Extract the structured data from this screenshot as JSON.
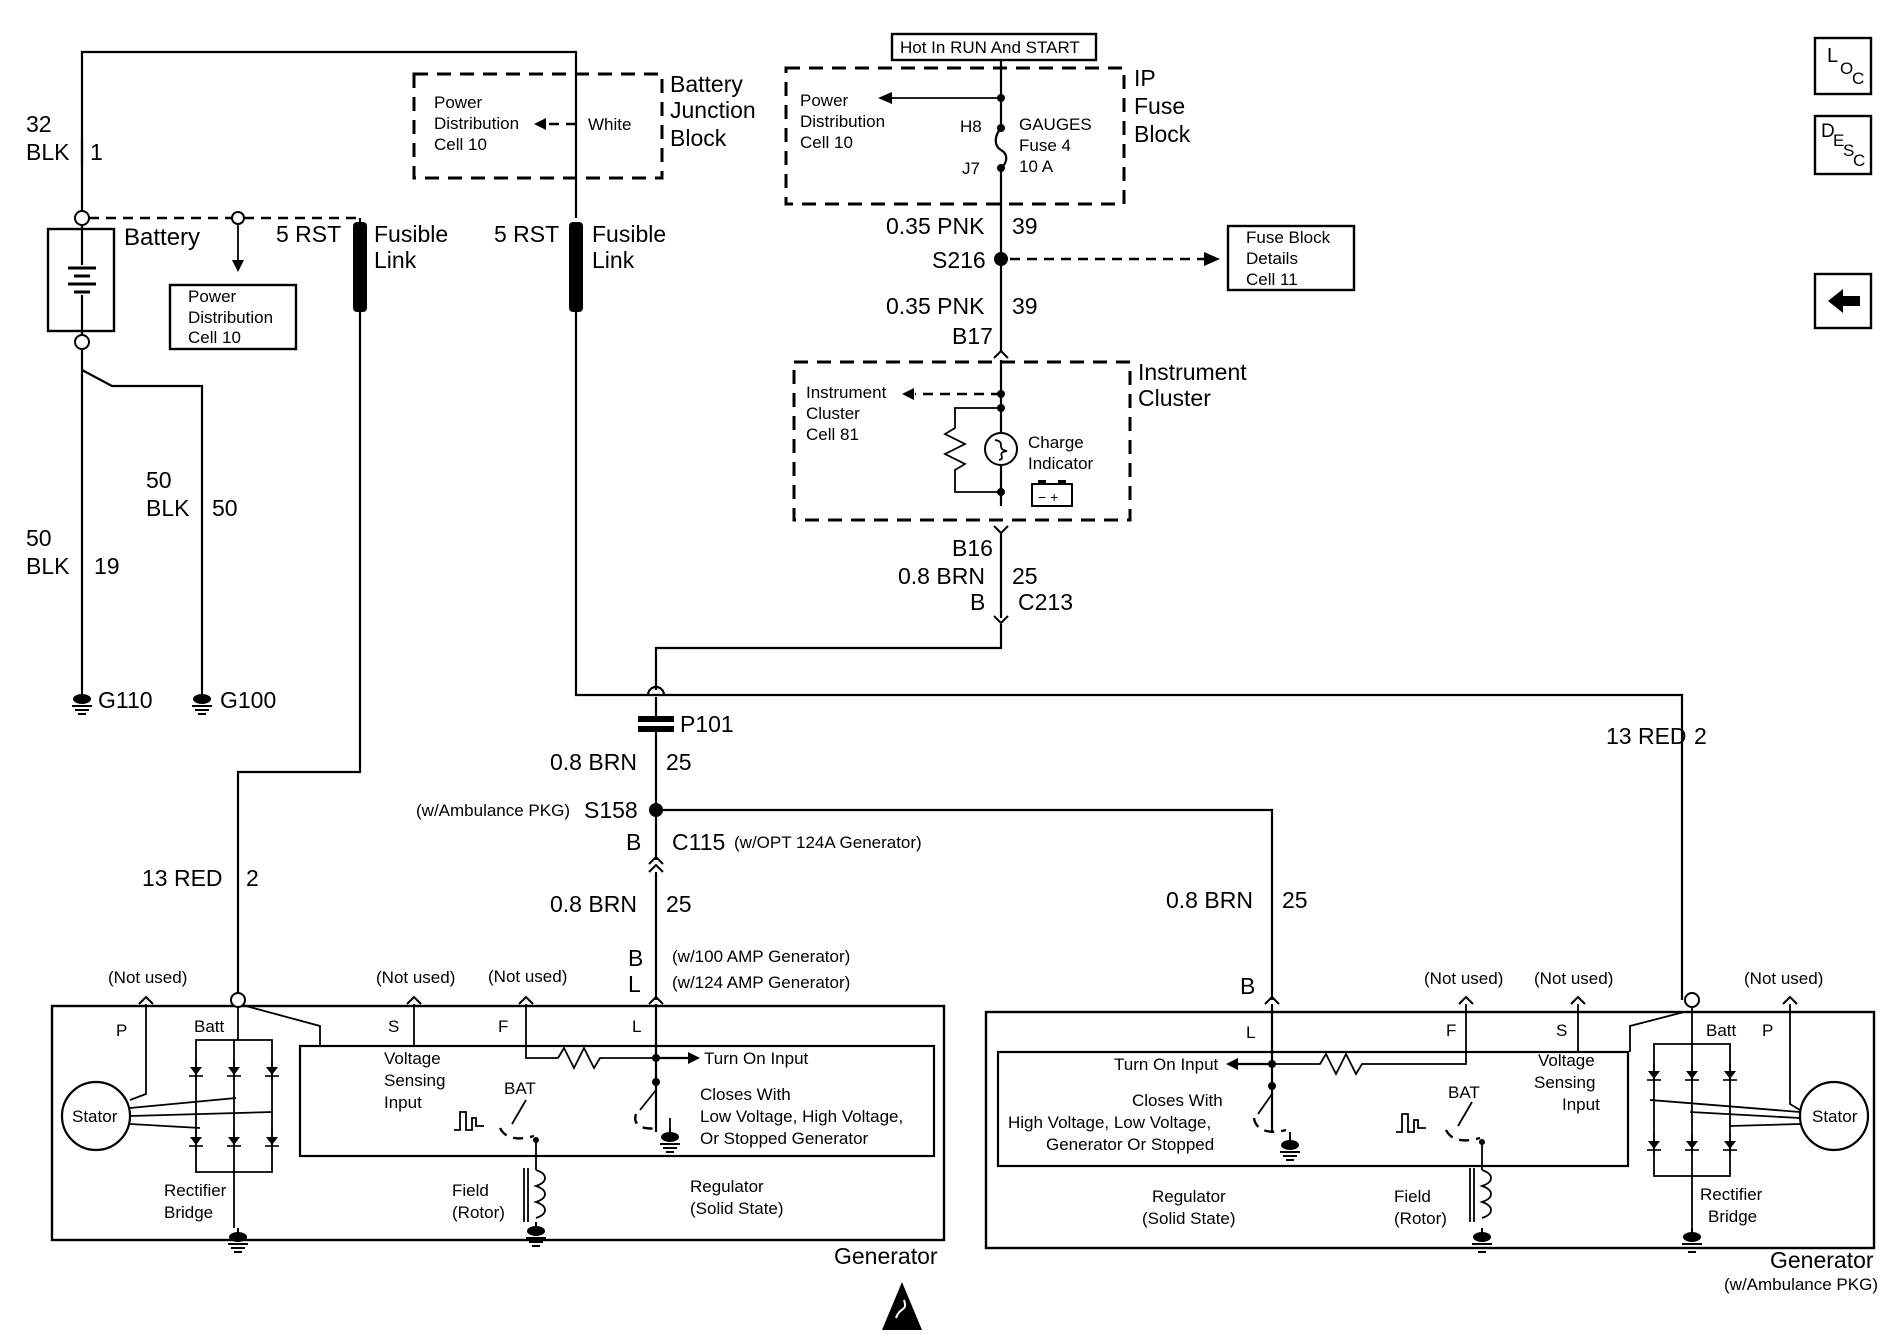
{
  "header": {
    "hot_label": "Hot In RUN And START"
  },
  "nav": [
    {
      "main": "L",
      "sub1": "O",
      "sub2": "C"
    },
    {
      "main": "D",
      "sub1": "E",
      "sub2": "S",
      "sub3": "C"
    },
    {
      "icon": "back-arrow-icon",
      "symbol": "←"
    }
  ],
  "battery_junction_block": {
    "title": [
      "Battery",
      "Junction",
      "Block"
    ],
    "ref": [
      "Power",
      "Distribution",
      "Cell 10"
    ],
    "wire": "White"
  },
  "ip_fuse_block": {
    "title": [
      "IP",
      "Fuse",
      "Block"
    ],
    "ref": [
      "Power",
      "Distribution",
      "Cell 10"
    ],
    "pin_in": "H8",
    "pin_out": "J7",
    "fuse": [
      "GAUGES",
      "Fuse 4",
      "10 A"
    ]
  },
  "fuse_block_details": [
    "Fuse Block",
    "Details",
    "Cell 11"
  ],
  "battery": {
    "label": "Battery",
    "ref": [
      "Power",
      "Distribution",
      "Cell 10"
    ],
    "wire_top": [
      "32",
      "BLK",
      "1"
    ],
    "wire_50a": [
      "50",
      "BLK",
      "50"
    ],
    "wire_50b": [
      "50",
      "BLK",
      "19"
    ],
    "ground_1": "G110",
    "ground_2": "G100"
  },
  "fusible_links": [
    {
      "wire": "5 RST",
      "label": [
        "Fusible",
        "Link"
      ]
    },
    {
      "wire": "5 RST",
      "label": [
        "Fusible",
        "Link"
      ]
    }
  ],
  "splice_s216": {
    "wire_top": [
      "0.35 PNK",
      "39"
    ],
    "name": "S216",
    "wire_bottom": [
      "0.35 PNK",
      "39"
    ],
    "conn": "B17"
  },
  "instrument_cluster": {
    "title": [
      "Instrument",
      "Cluster"
    ],
    "ref": [
      "Instrument",
      "Cluster",
      "Cell 81"
    ],
    "indicator": [
      "Charge",
      "Indicator"
    ],
    "conn_out": "B16",
    "wire_out": [
      "0.8 BRN",
      "25"
    ],
    "c213_pin": "B",
    "c213": "C213"
  },
  "harness": {
    "p101": "P101",
    "wire_a": [
      "0.8 BRN",
      "25"
    ],
    "s158_note": "(w/Ambulance PKG)",
    "s158": "S158",
    "c115_pin": "B",
    "c115": "C115",
    "c115_note": "(w/OPT 124A Generator)",
    "wire_b": [
      "0.8 BRN",
      "25"
    ],
    "pin_b": "B",
    "pin_b_note": "(w/100 AMP Generator)",
    "pin_l": "L",
    "pin_l_note": "(w/124 AMP Generator)",
    "wire_red_left": [
      "13 RED",
      "2"
    ],
    "wire_red_right": [
      "13 RED",
      "2"
    ],
    "wire_brn_right": [
      "0.8 BRN",
      "25"
    ],
    "pin_b_right": "B"
  },
  "generator_left": {
    "name": "Generator",
    "not_used": "(Not used)",
    "terminals": [
      "P",
      "Batt",
      "S",
      "F",
      "L"
    ],
    "stator": "Stator",
    "rectifier": [
      "Rectifier",
      "Bridge"
    ],
    "voltage_sensing": [
      "Voltage",
      "Sensing",
      "Input"
    ],
    "turn_on": "Turn On Input",
    "bat": "BAT",
    "closes": [
      "Closes With",
      "Low Voltage, High Voltage,",
      "Or Stopped Generator"
    ],
    "field": [
      "Field",
      "(Rotor)"
    ],
    "regulator": [
      "Regulator",
      "(Solid State)"
    ]
  },
  "generator_right": {
    "name": "Generator",
    "sub": "(w/Ambulance PKG)",
    "not_used": "(Not used)",
    "terminals": [
      "L",
      "F",
      "S",
      "Batt",
      "P"
    ],
    "stator": "Stator",
    "rectifier": [
      "Rectifier",
      "Bridge"
    ],
    "voltage_sensing": [
      "Voltage",
      "Sensing",
      "Input"
    ],
    "turn_on": "Turn On Input",
    "bat": "BAT",
    "closes": [
      "Closes With",
      "High Voltage, Low Voltage,",
      "Generator Or Stopped"
    ],
    "field": [
      "Field",
      "(Rotor)"
    ],
    "regulator": [
      "Regulator",
      "(Solid State)"
    ]
  }
}
